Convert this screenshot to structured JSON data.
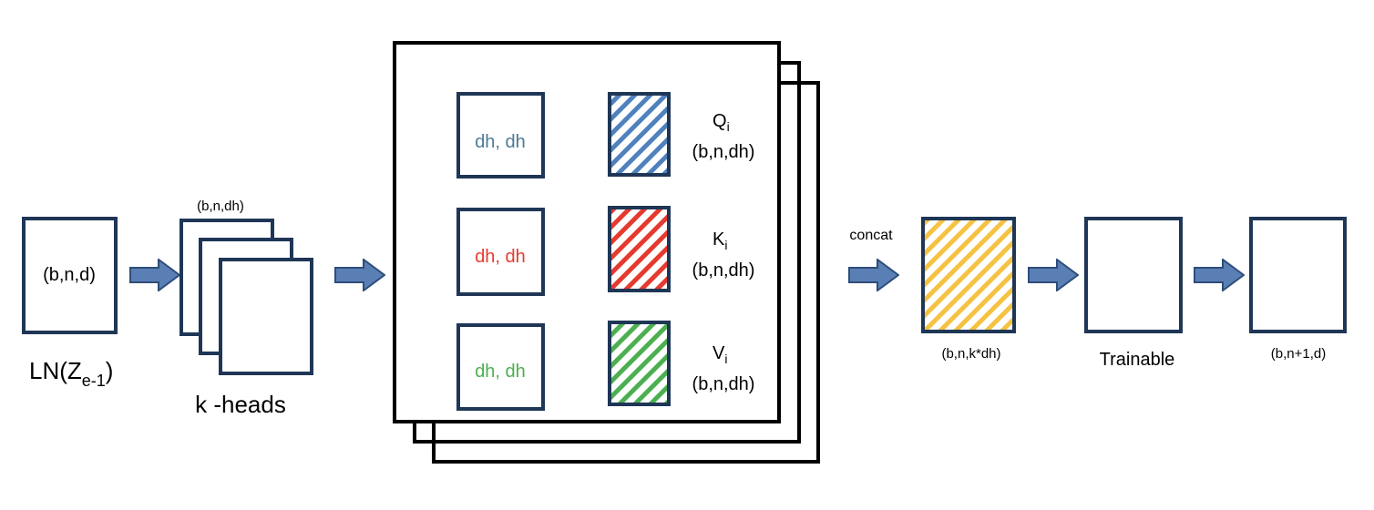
{
  "input": {
    "shape": "(b,n,d)",
    "caption_main": "LN(Z",
    "caption_sub": "e-1",
    "caption_close": ")"
  },
  "heads": {
    "shape": "(b,n,dh)",
    "caption": "k -heads"
  },
  "rows": [
    {
      "weight_label": "dh, dh",
      "letter": "Q",
      "subscript": "i",
      "shape": "(b,n,dh)",
      "color": "#4f81bd",
      "weight_text_color": "#4a7a96"
    },
    {
      "weight_label": "dh, dh",
      "letter": "K",
      "subscript": "i",
      "shape": "(b,n,dh)",
      "color": "#e53a2f",
      "weight_text_color": "#e53a2f"
    },
    {
      "weight_label": "dh, dh",
      "letter": "V",
      "subscript": "i",
      "shape": "(b,n,dh)",
      "color": "#4caf50",
      "weight_text_color": "#4caf50"
    }
  ],
  "concat": {
    "label": "concat",
    "shape": "(b,n,k*dh)",
    "color": "#f5c242"
  },
  "trainable": {
    "caption": "Trainable"
  },
  "output": {
    "shape": "(b,n+1,d)"
  },
  "colors": {
    "box_stroke": "#1f3656",
    "arrow_fill": "#5a7fb5",
    "arrow_stroke": "#2e4d7a",
    "frame_stroke": "#000000"
  }
}
